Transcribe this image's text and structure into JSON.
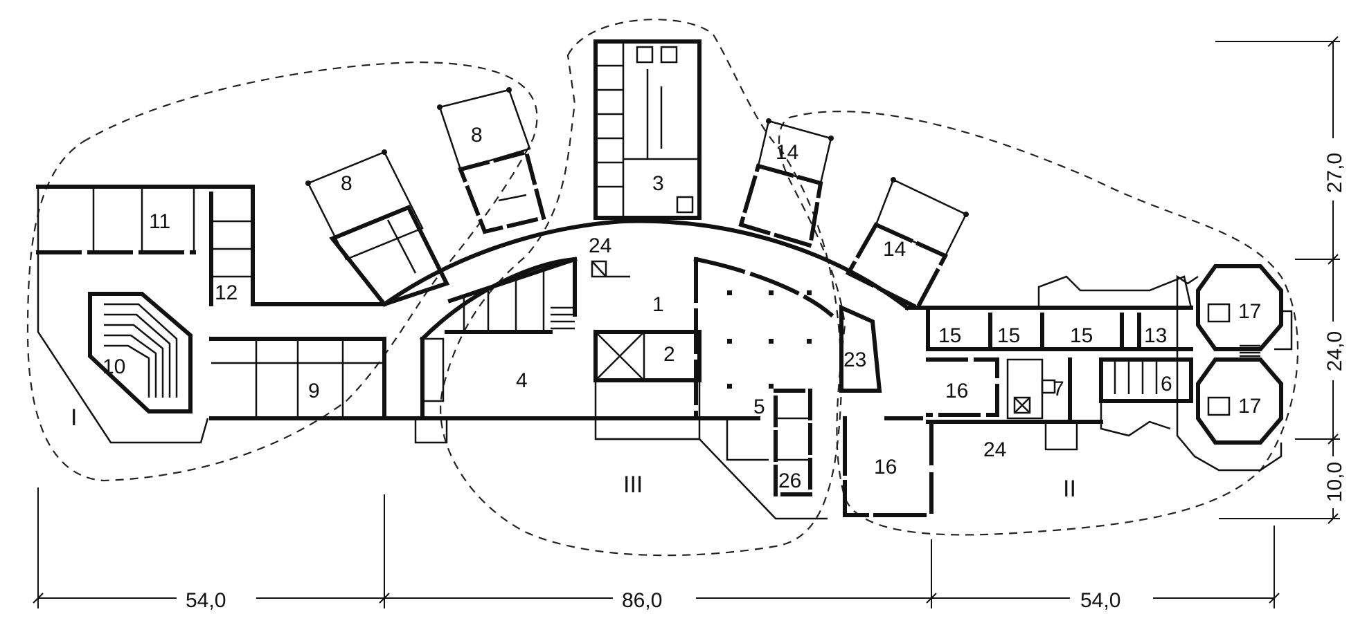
{
  "rooms": {
    "r1": "1",
    "r2": "2",
    "r3": "3",
    "r4": "4",
    "r5": "5",
    "r6": "6",
    "r7": "7",
    "r8a": "8",
    "r8b": "8",
    "r9": "9",
    "r10": "10",
    "r11": "11",
    "r12": "12",
    "r13": "13",
    "r14a": "14",
    "r14b": "14",
    "r15a": "15",
    "r15b": "15",
    "r15c": "15",
    "r16a": "16",
    "r16b": "16",
    "r17a": "17",
    "r17b": "17",
    "r23": "23",
    "r24a": "24",
    "r24b": "24",
    "r26": "26"
  },
  "zones": {
    "z1": "I",
    "z2": "II",
    "z3": "III"
  },
  "dimensions": {
    "bottom": [
      "54,0",
      "86,0",
      "54,0"
    ],
    "right": [
      "27,0",
      "24,0",
      "10,0"
    ]
  }
}
